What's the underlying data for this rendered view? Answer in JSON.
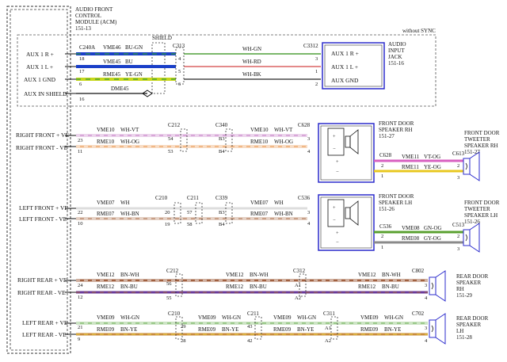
{
  "module": {
    "name_l1": "AUDIO FRONT",
    "name_l2": "CONTROL",
    "name_l3": "MODULE (ACM)",
    "ref": "151-13"
  },
  "without_sync": "without SYNC",
  "shield": "SHIELD",
  "aux": {
    "pins": [
      {
        "label": "AUX 1 R +",
        "pin": "18",
        "circuit": "VME46",
        "color_code": "BU-GN",
        "wire_color": "#1a3fc8",
        "stripe": "#2e9c3a",
        "c313_pin": "4",
        "c3312_pin": "3",
        "jack_label": "AUX 1 R +",
        "conn_ml": "C240A"
      },
      {
        "label": "AUX 1 L +",
        "pin": "17",
        "circuit": "VME45",
        "color_code": "BU",
        "wire_color": "#1a3fc8",
        "stripe": "",
        "c313_pin": "5",
        "c3312_pin": "1",
        "jack_label": "AUX 1 L +"
      },
      {
        "label": "AUX 1 GND",
        "pin": "6",
        "circuit": "RME45",
        "color_code": "YE-GN",
        "wire_color": "#c8d61a",
        "stripe": "#2e9c3a",
        "c313_pin": "6",
        "c3312_pin": "2",
        "jack_label": "AUX GND"
      }
    ],
    "right_codes": [
      "WH-GN",
      "WH-RD",
      "WH-BK"
    ],
    "right_colors": [
      "#7bb86b",
      "#e48a8a",
      "#777777"
    ],
    "shield_pin": "16",
    "shield_label": "AUX IN SHIELD",
    "shield_circuit": "DME45",
    "c313": "C313",
    "c3312": "C3312",
    "jack": {
      "l1": "AUDIO",
      "l2": "INPUT",
      "l3": "JACK",
      "ref": "151-16"
    }
  },
  "front_right": {
    "pins": [
      {
        "label": "RIGHT FRONT + VE",
        "pin": "23",
        "circuit": "VME10",
        "code": "WH-VT",
        "c212": "54",
        "c340": "B3",
        "c628": "3",
        "color": "#d8a8d8"
      },
      {
        "label": "RIGHT FRONT - VE",
        "pin": "11",
        "circuit": "RME10",
        "code": "WH-OG",
        "c212": "53",
        "c340": "B4",
        "c628": "4",
        "color": "#f0b888"
      }
    ],
    "conns": [
      "C212",
      "C340",
      "C628"
    ],
    "speaker": {
      "l1": "FRONT DOOR",
      "l2": "SPEAKER RH",
      "ref": "151-27"
    },
    "tweeter": {
      "l1": "FRONT DOOR",
      "l2": "TWEETER",
      "l3": "SPEAKER RH",
      "ref": "151-27"
    },
    "tw_wires": [
      {
        "circuit": "VME11",
        "code": "VT-OG",
        "color": "#d860c0",
        "c628_pin": "2",
        "c613_pin": "2"
      },
      {
        "circuit": "RME11",
        "code": "YE-OG",
        "color": "#e8c820",
        "c628_pin": "1",
        "c613_pin": "3"
      }
    ],
    "tw_c628": "C628",
    "tw_c613": "C613"
  },
  "front_left": {
    "pins": [
      {
        "label": "LEFT FRONT + VE",
        "pin": "22",
        "circuit": "VME07",
        "code": "WH",
        "c210": "20",
        "c211": "57",
        "c339": "B3",
        "c536": "3",
        "color": "#dddddd"
      },
      {
        "label": "LEFT FRONT - VE",
        "pin": "10",
        "circuit": "RME07",
        "code": "WH-BN",
        "c210": "19",
        "c211": "58",
        "c339": "B4",
        "c536": "4",
        "color": "#c8a088"
      }
    ],
    "conns": [
      "C210",
      "C211",
      "C339",
      "C536"
    ],
    "speaker": {
      "l1": "FRONT DOOR",
      "l2": "SPEAKER LH",
      "ref": "151-26"
    },
    "tweeter": {
      "l1": "FRONT DOOR",
      "l2": "TWEETER",
      "l3": "SPEAKER LH",
      "ref": "151-26"
    },
    "tw_wires": [
      {
        "circuit": "VME08",
        "code": "GN-OG",
        "color": "#5aa030",
        "c536_pin": "2",
        "c513_pin": "2"
      },
      {
        "circuit": "RME08",
        "code": "GY-OG",
        "color": "#8a8a8a",
        "c536_pin": "1",
        "c513_pin": "3"
      }
    ],
    "tw_c536": "C536",
    "tw_c513": "C513"
  },
  "rear_right": {
    "pins": [
      {
        "label": "RIGHT REAR + VE",
        "pin": "24",
        "circuit": "VME12",
        "code": "BN-WH",
        "c212": "56",
        "c312": "A1",
        "c802": "3",
        "color": "#a06040"
      },
      {
        "label": "RIGHT REAR - VE",
        "pin": "12",
        "circuit": "RME12",
        "code": "BN-BU",
        "c212": "55",
        "c312": "A2",
        "c802": "4",
        "color": "#6a3a9a"
      }
    ],
    "conns": [
      "C212",
      "C312",
      "C802"
    ],
    "speaker": {
      "l1": "REAR DOOR",
      "l2": "SPEAKER",
      "l3": "RH",
      "ref": "151-29"
    }
  },
  "rear_left": {
    "pins": [
      {
        "label": "LEFT REAR + VE",
        "pin": "21",
        "circuit": "VME09",
        "code": "WH-GN",
        "c210": "29",
        "c211": "43",
        "c311": "A1",
        "c702": "3",
        "color": "#9ac88a"
      },
      {
        "label": "LEFT REAR - VE",
        "pin": "9",
        "circuit": "RME09",
        "code": "BN-YE",
        "c210": "28",
        "c211": "42",
        "c311": "A2",
        "c702": "4",
        "color": "#c88a3a"
      }
    ],
    "conns": [
      "C210",
      "C211",
      "C311",
      "C702"
    ],
    "speaker": {
      "l1": "REAR DOOR",
      "l2": "SPEAKER",
      "l3": "LH",
      "ref": "151-28"
    }
  }
}
